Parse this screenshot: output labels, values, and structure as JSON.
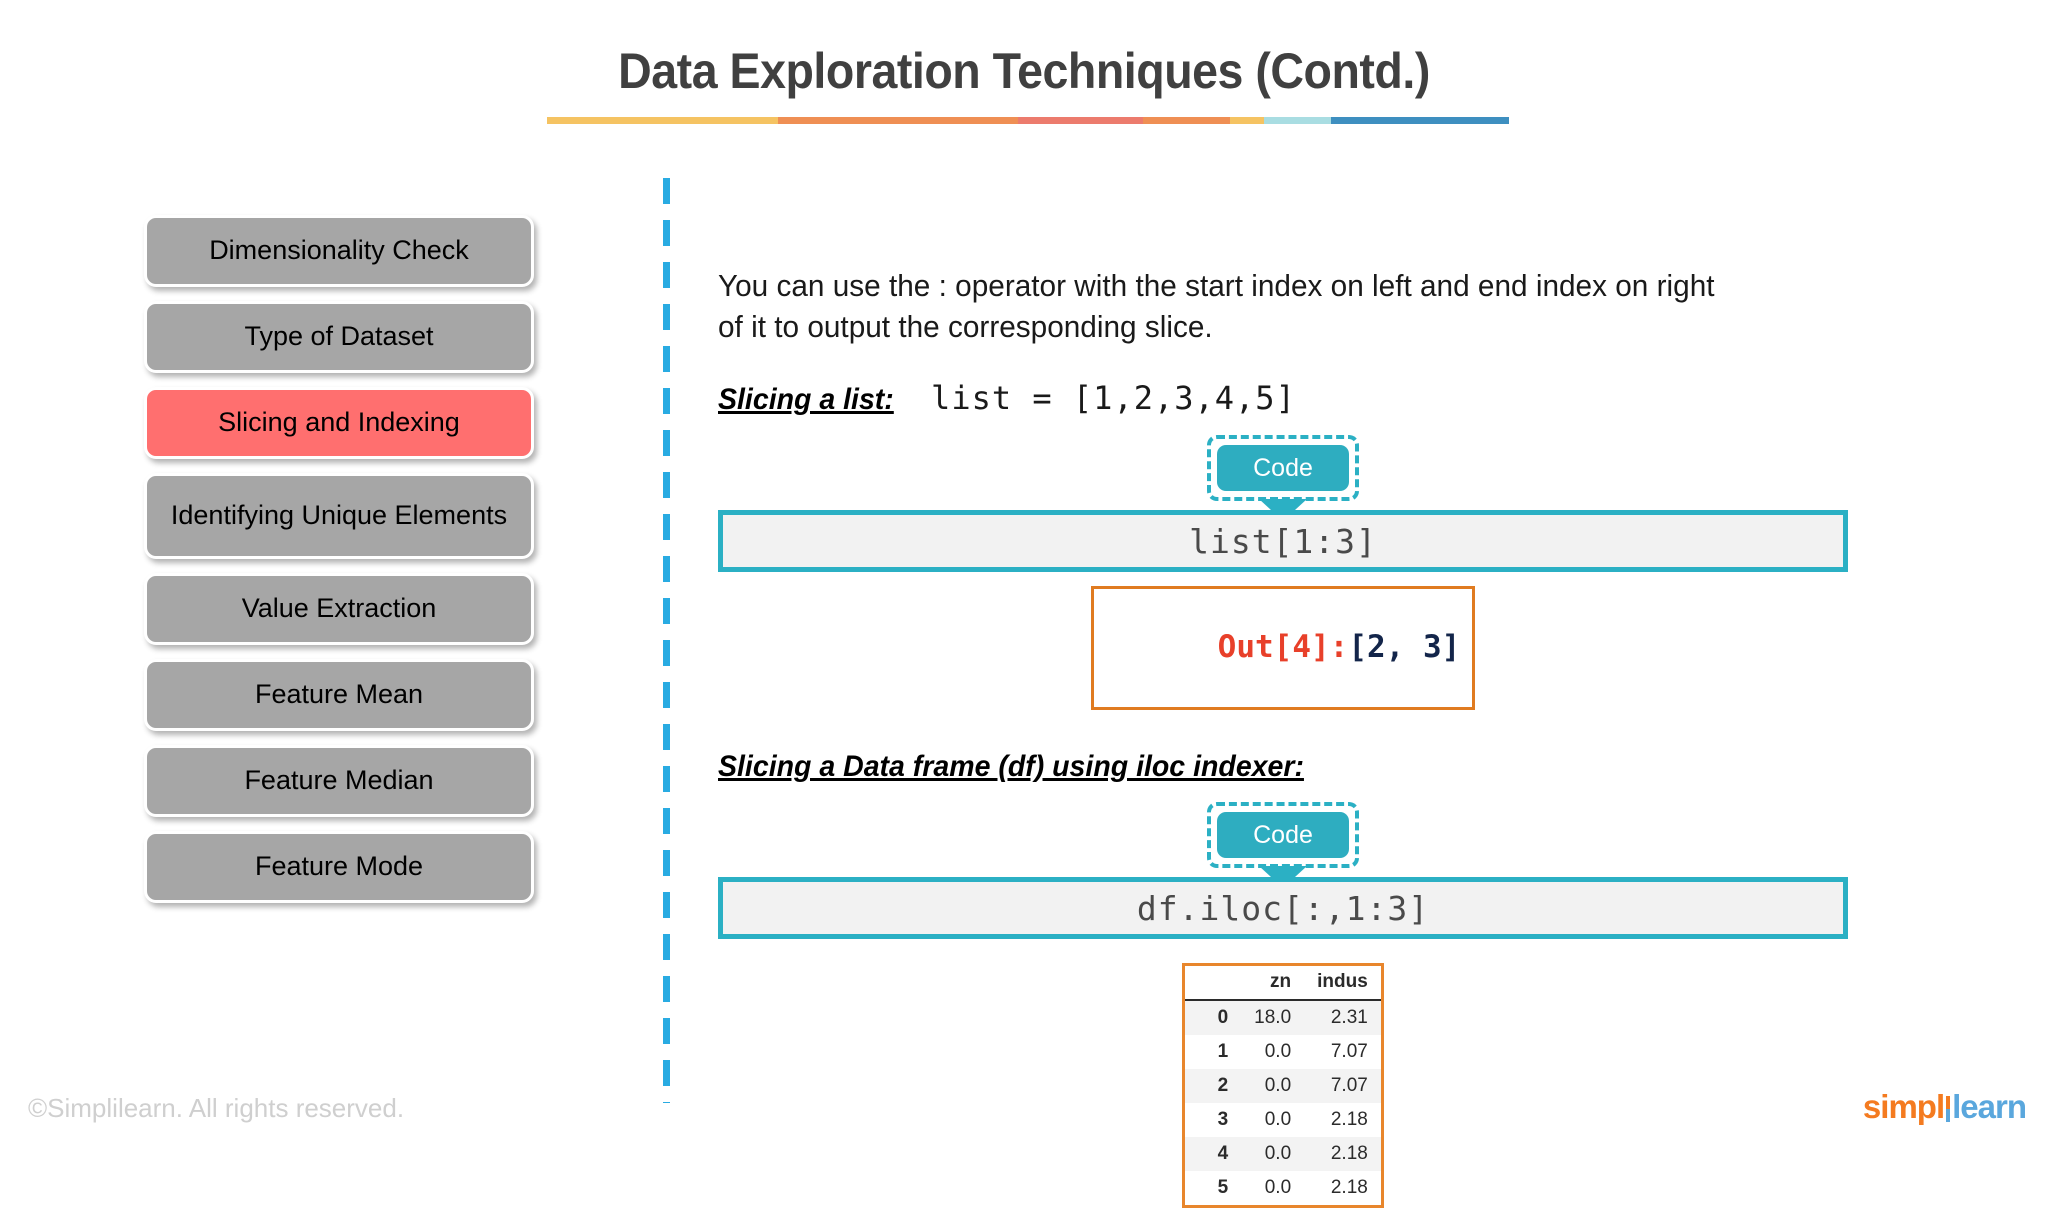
{
  "slide": {
    "title": "Data Exploration Techniques (Contd.)",
    "underline_segments": [
      {
        "color": "#f5c362",
        "width": 24
      },
      {
        "color": "#ef8f54",
        "width": 25
      },
      {
        "color": "#ec7b6d",
        "width": 13
      },
      {
        "color": "#ef8f54",
        "width": 9
      },
      {
        "color": "#f5c362",
        "width": 3.5
      },
      {
        "color": "#a9dde2",
        "width": 7
      },
      {
        "color": "#3e8fc0",
        "width": 18.5
      }
    ]
  },
  "sidebar": {
    "items": [
      {
        "label": "Dimensionality Check",
        "active": false,
        "lines": 1
      },
      {
        "label": "Type of Dataset",
        "active": false,
        "lines": 1
      },
      {
        "label": "Slicing and Indexing",
        "active": true,
        "lines": 1
      },
      {
        "label": "Identifying Unique Elements",
        "active": false,
        "lines": 2
      },
      {
        "label": "Value Extraction",
        "active": false,
        "lines": 1
      },
      {
        "label": "Feature Mean",
        "active": false,
        "lines": 1
      },
      {
        "label": "Feature Median",
        "active": false,
        "lines": 1
      },
      {
        "label": "Feature Mode",
        "active": false,
        "lines": 1
      }
    ],
    "active_color": "#ff6f6f",
    "inactive_color": "#a6a6a6"
  },
  "main": {
    "intro": "You can use the : operator with the start index on left and end index on right of it to output the corresponding slice.",
    "section1": {
      "heading": "Slicing a list:",
      "inline_code": "list = [1,2,3,4,5]",
      "callout_label": "Code",
      "code": "list[1:3]",
      "output_label": "Out[4]:",
      "output_value": "[2, 3]"
    },
    "section2": {
      "heading": "Slicing a Data frame (df) using iloc indexer:",
      "callout_label": "Code",
      "code": "df.iloc[:,1:3]",
      "table": {
        "columns": [
          "",
          "zn",
          "indus"
        ],
        "rows": [
          [
            "0",
            "18.0",
            "2.31"
          ],
          [
            "1",
            "0.0",
            "7.07"
          ],
          [
            "2",
            "0.0",
            "7.07"
          ],
          [
            "3",
            "0.0",
            "2.18"
          ],
          [
            "4",
            "0.0",
            "2.18"
          ],
          [
            "5",
            "0.0",
            "2.18"
          ]
        ]
      }
    }
  },
  "footer": {
    "copyright": "©Simplilearn. All rights reserved.",
    "logo": {
      "part1": "simpl",
      "part2": "learn"
    }
  },
  "colors": {
    "title": "#404040",
    "divider": "#29abe2",
    "teal": "#2bb0c4",
    "out_border": "#e07b20",
    "out_label": "#e8402a",
    "out_value": "#13254a",
    "table_border": "#e8862c"
  }
}
